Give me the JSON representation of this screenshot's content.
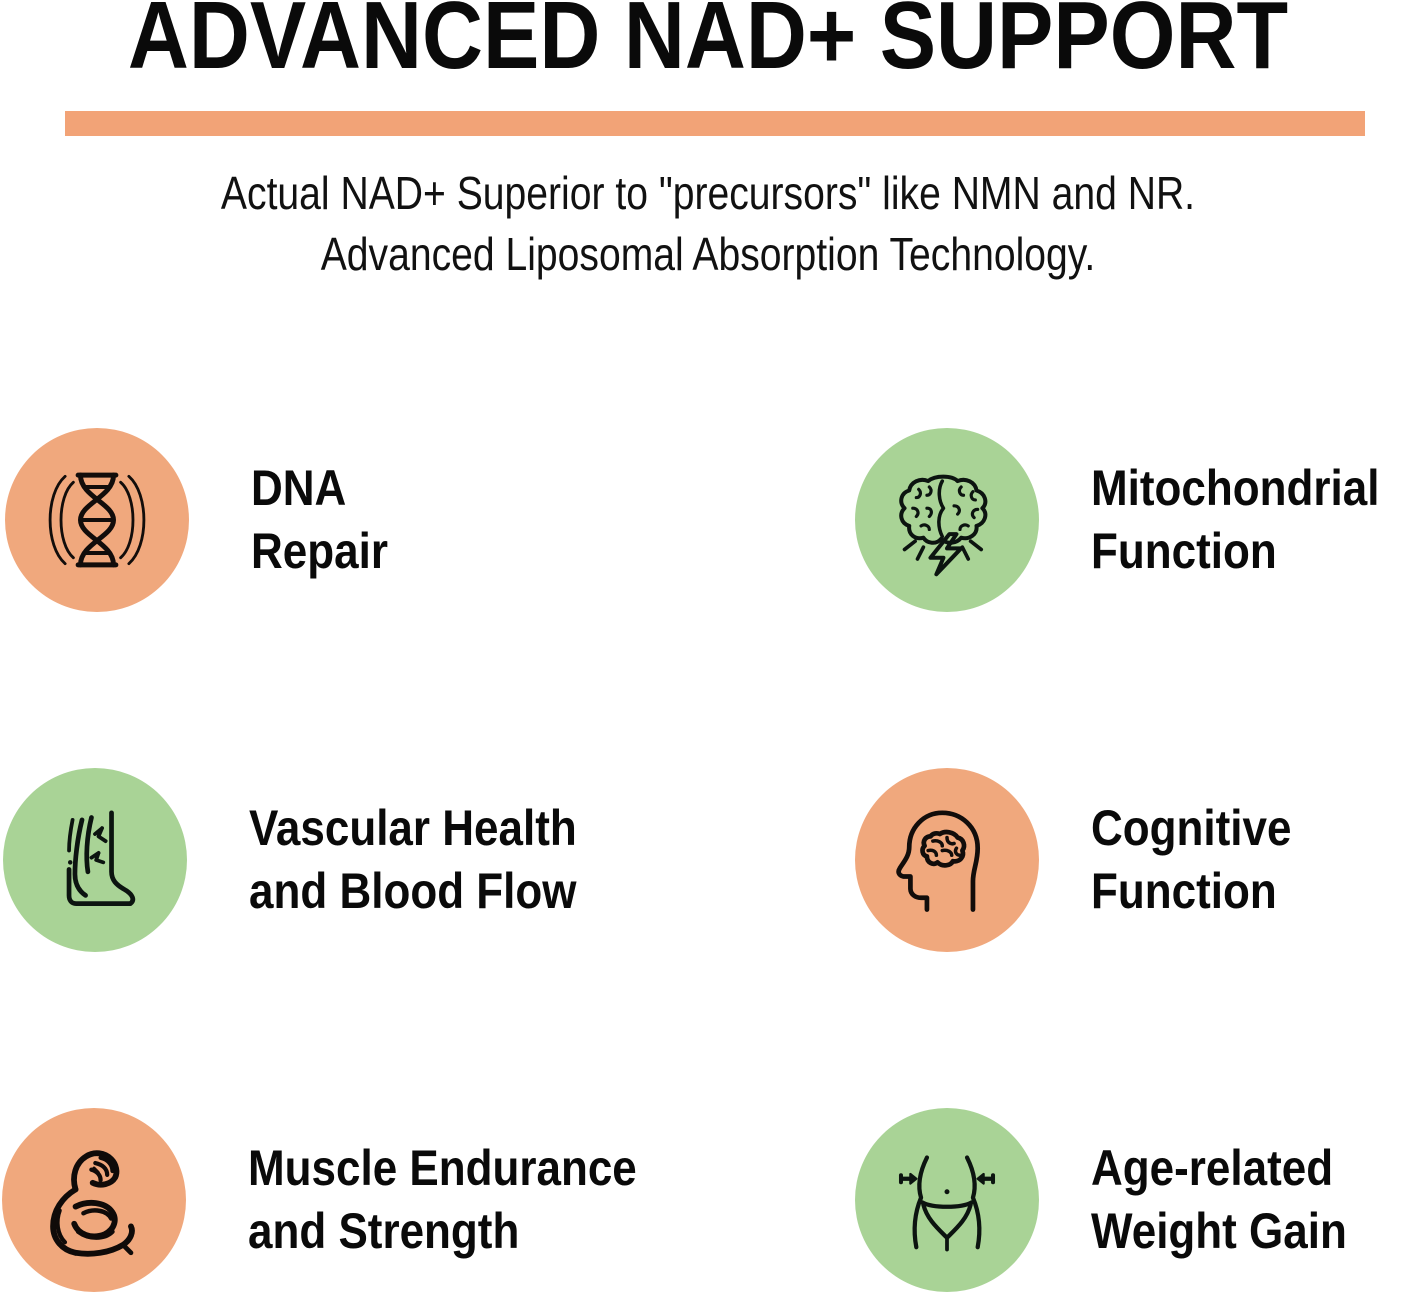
{
  "header": {
    "title": "ADVANCED NAD+ SUPPORT",
    "subtitle": "Actual NAD+ Superior to \"precursors\" like NMN and NR.\nAdvanced Liposomal Absorption Technology.",
    "divider_color": "#F2A377"
  },
  "colors": {
    "orange_circle": "#F0A87D",
    "green_circle": "#A9D396",
    "text": "#0A0A0A",
    "background": "#FFFFFF"
  },
  "benefits": [
    {
      "label": "DNA\nRepair",
      "icon": "dna-helix-icon",
      "circle_color": "#F0A87D",
      "column": "left",
      "row": 1
    },
    {
      "label": "Mitochondrial\nFunction",
      "icon": "brain-lightning-icon",
      "circle_color": "#A9D396",
      "column": "right",
      "row": 1
    },
    {
      "label": "Vascular Health\nand Blood Flow",
      "icon": "leg-veins-icon",
      "circle_color": "#A9D396",
      "column": "left",
      "row": 2
    },
    {
      "label": "Cognitive\nFunction",
      "icon": "head-brain-profile-icon",
      "circle_color": "#F0A87D",
      "column": "right",
      "row": 2
    },
    {
      "label": "Muscle Endurance\nand Strength",
      "icon": "flexed-bicep-icon",
      "circle_color": "#F0A87D",
      "column": "left",
      "row": 3
    },
    {
      "label": "Age-related\nWeight Gain",
      "icon": "slim-waist-arrows-icon",
      "circle_color": "#A9D396",
      "column": "right",
      "row": 3
    }
  ]
}
